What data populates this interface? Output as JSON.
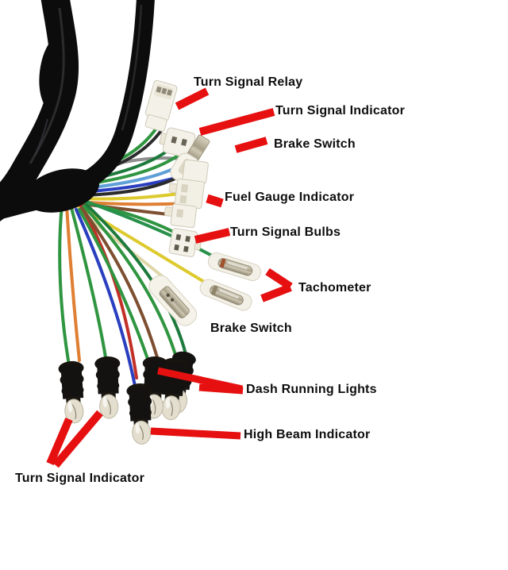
{
  "labels": {
    "turn_signal_relay": "Turn Signal Relay",
    "turn_signal_indicator_top": "Turn Signal Indicator",
    "brake_switch_top": "Brake Switch",
    "fuel_gauge_indicator": "Fuel Gauge Indicator",
    "turn_signal_bulbs": "Turn Signal Bulbs",
    "tachometer": "Tachometer",
    "brake_switch_bottom": "Brake Switch",
    "dash_running_lights": "Dash Running Lights",
    "high_beam_indicator": "High Beam Indicator",
    "turn_signal_indicator_bottom": "Turn Signal Indicator"
  },
  "palette": {
    "background": "#ffffff",
    "arrow_red": "#e61010",
    "label_text": "#0e0e0e",
    "harness_black": "#0c0c0c",
    "connector_white": "#f4f1e8",
    "metal_terminal": "#beb7a4",
    "bulb_glass": "#e3decd"
  },
  "wire_colors": {
    "green": "#2f9540",
    "dark_green": "#1d7a3c",
    "blue": "#2a3fbf",
    "light_blue": "#5f9fd8",
    "yellow": "#ddca2e",
    "orange": "#df7f33",
    "brown": "#7d4f30",
    "red": "#c13128",
    "gray": "#8f8f8f",
    "black": "#2b2b2b"
  }
}
